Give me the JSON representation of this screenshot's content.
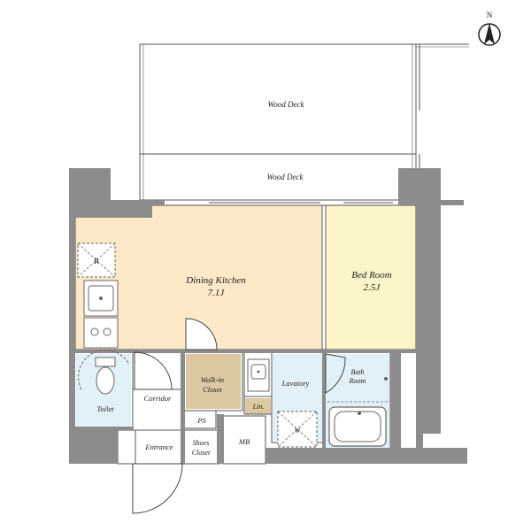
{
  "compass": {
    "label": "N"
  },
  "rooms": {
    "wood_deck_upper": "Wood Deck",
    "wood_deck_lower": "Wood Deck",
    "dining_kitchen": "Dining Kitchen",
    "dining_kitchen_size": "7.1J",
    "bed_room": "Bed Room",
    "bed_room_size": "2.5J",
    "walk_in_closet_1": "Walk-in",
    "walk_in_closet_2": "Closet",
    "lavatory": "Lavatory",
    "bath_room_1": "Bath",
    "bath_room_2": "Room",
    "toilet": "Toilet",
    "corridor": "Corridor",
    "ps": "PS",
    "lin": "Lin.",
    "mb": "MB",
    "entrance": "Entrance",
    "shoes_closet_1": "Shoes",
    "shoes_closet_2": "Closet"
  },
  "fixtures": {
    "fridge": "R",
    "washer": "W"
  },
  "colors": {
    "dining_kitchen": "#fde8c8",
    "bed_room": "#fbf5c8",
    "walk_in_closet": "#dcc8a0",
    "lin": "#dcc8a0",
    "wet_area": "#e2f1f7",
    "wall": "#8c8c8c"
  }
}
